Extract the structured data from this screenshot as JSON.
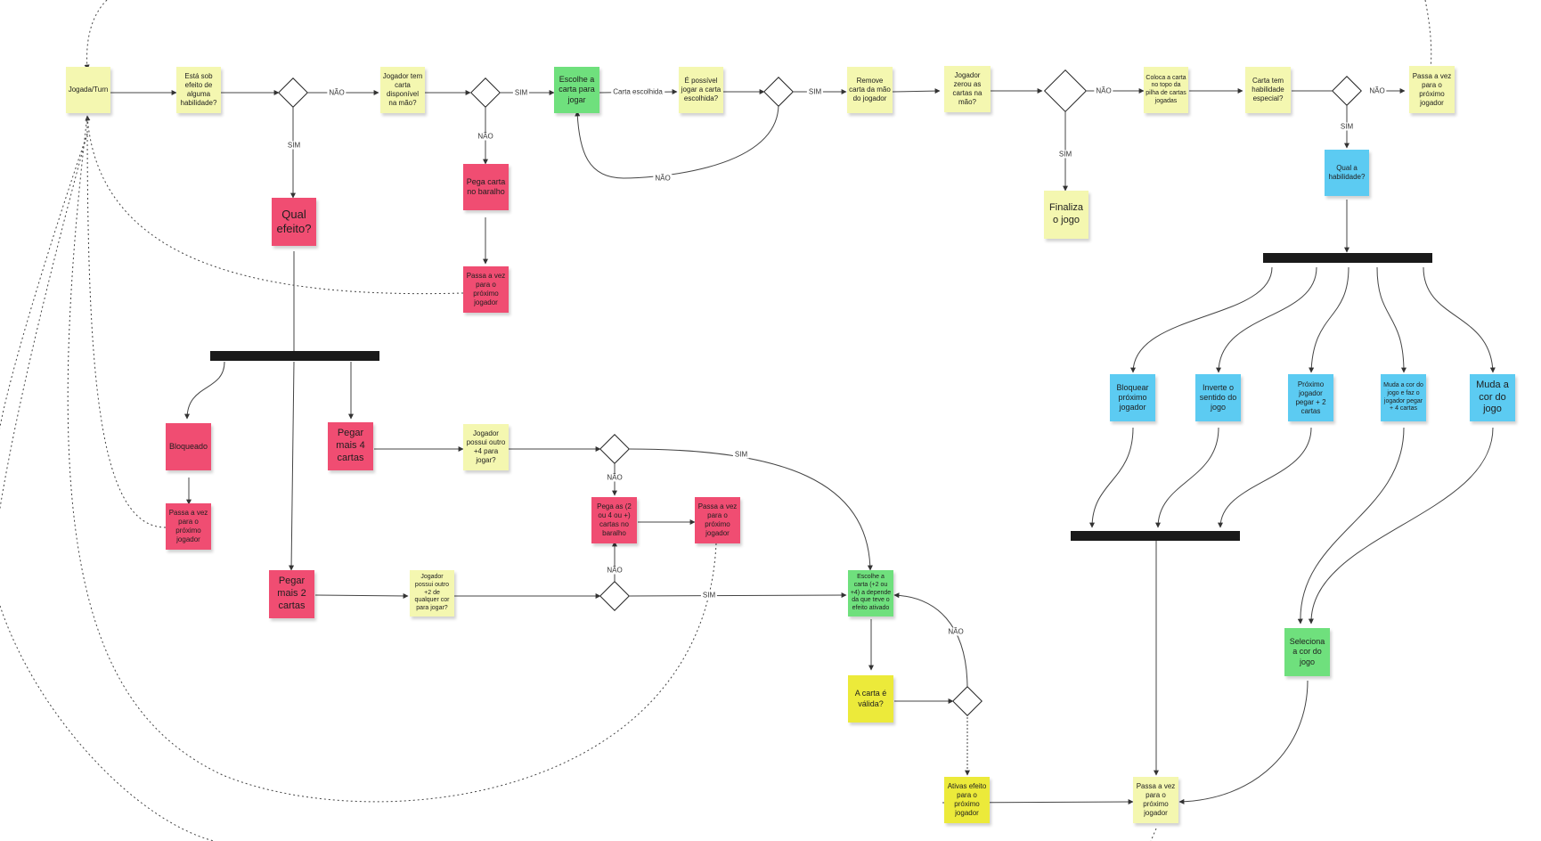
{
  "notes": {
    "turn": "Jogada/Turn",
    "efeito_hab": "Está sob efeito de alguma habilidade?",
    "tem_carta": "Jogador tem carta disponível na mão?",
    "escolhe": "Escolhe a carta para jogar",
    "possivel": "É possível jogar a carta escolhida?",
    "remove": "Remove carta da mão do jogador",
    "zerou": "Jogador zerou as cartas na mão?",
    "topo": "Coloca a carta no topo da pilha de cartas jogadas",
    "tem_hab": "Carta tem habilidade especial?",
    "passa_top": "Passa a vez para o próximo jogador",
    "qual_efeito": "Qual efeito?",
    "pega_baralho": "Pega carta no baralho",
    "passa_pega": "Passa a vez para o próximo jogador",
    "finaliza": "Finaliza o jogo",
    "qual_hab": "Qual a habilidade?",
    "bloqueado": "Bloqueado",
    "passa_bloq": "Passa a vez para o próximo jogador",
    "mais4": "Pegar mais 4 cartas",
    "possui4": "Jogador possui outro +4 para jogar?",
    "pega_as": "Pega as (2 ou 4 ou +) cartas no baralho",
    "passa_pega_as": "Passa a vez para o próximo jogador",
    "mais2": "Pegar mais 2 cartas",
    "possui2": "Jogador possui outro +2 de qualquer cor para jogar?",
    "escolhe_mais": "Escolhe a carta (+2 ou +4) a depende da que teve o efeito ativado",
    "valida": "A carta é válida?",
    "ativa": "Ativas efeito para o próximo jogador",
    "passa_final": "Passa a vez para o próximo jogador",
    "bloquear": "Bloquear próximo jogador",
    "inverte": "Inverte o sentido do jogo",
    "prox2": "Próximo jogador pegar + 2 cartas",
    "muda4": "Muda a cor do jogo e faz o jogador pegar + 4 cartas",
    "muda_cor": "Muda a cor do jogo",
    "seleciona": "Seleciona a cor do jogo"
  },
  "edge_labels": {
    "nao1": "NÃO",
    "sim1": "SIM",
    "sim2": "SIM",
    "nao2": "NÃO",
    "carta_escolhida": "Carta escolhida",
    "sim3": "SIM",
    "nao3": "NÃO",
    "nao4": "NÃO",
    "sim4": "SIM",
    "nao5": "NÃO",
    "sim5": "SIM",
    "sim6": "SIM",
    "nao6": "NÃO",
    "nao7": "NÃO",
    "sim7": "SIM",
    "nao8": "NÃO"
  },
  "colors": {
    "yellow": "#f4f7b0",
    "pink": "#f04d72",
    "green": "#6fe07d",
    "blue": "#5ccbf2",
    "gold": "#ecea3a",
    "bar": "#1a1a1a"
  }
}
